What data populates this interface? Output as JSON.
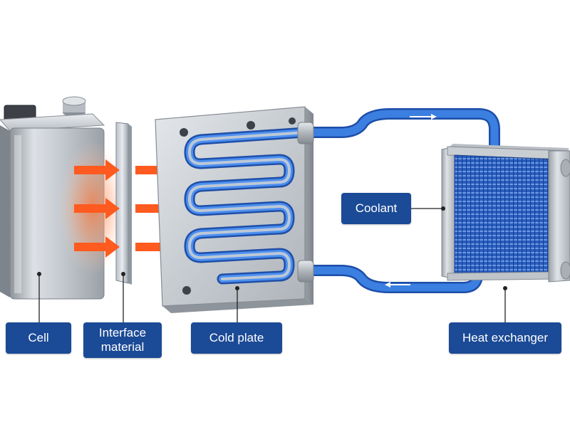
{
  "labels": {
    "cell": "Cell",
    "interface_line1": "Interface",
    "interface_line2": "material",
    "cold_plate": "Cold plate",
    "coolant": "Coolant",
    "heat_exchanger": "Heat exchanger"
  },
  "colors": {
    "label_bg": "#1b4a96",
    "coolant_blue": "#2f6fd0",
    "heat_arrow": "#ff5a1f",
    "heat_glow": "#ffb089",
    "metal": "#c9ced4"
  },
  "icons": {
    "heat_arrow": "right-arrow-icon",
    "flow_arrow": "flow-direction-arrow-icon"
  }
}
